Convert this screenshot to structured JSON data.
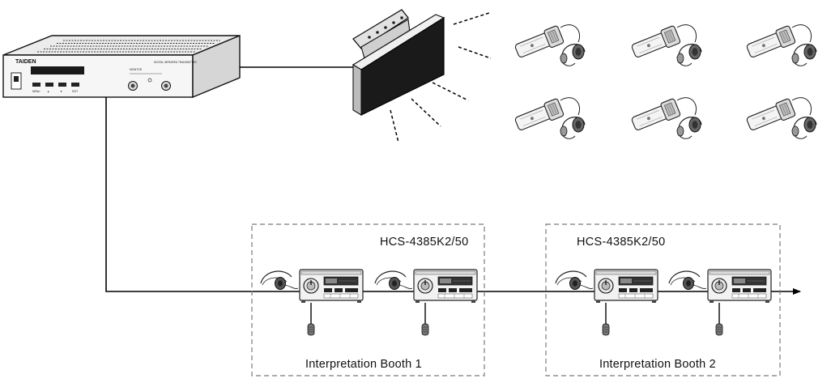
{
  "transmitter": {
    "brand": "TAIDEN",
    "model_text": "DIGITAL INFRARED TRANSMITTER",
    "monitor_label": "MONITOR",
    "button_labels": [
      "MENU",
      "▲",
      "▼",
      "EXIT"
    ]
  },
  "booths": [
    {
      "title": "HCS-4385K2/50",
      "label": "Interpretation Booth 1",
      "units": 2
    },
    {
      "title": "HCS-4385K2/50",
      "label": "Interpretation Booth 2",
      "units": 2
    }
  ],
  "receivers": {
    "count": 6,
    "rows": 2,
    "columns": 3
  },
  "colors": {
    "line": "#000000",
    "device_fill": "#e8e8e8",
    "booth_border": "#7a7a7a",
    "radiator_face": "#1a1a1a"
  }
}
